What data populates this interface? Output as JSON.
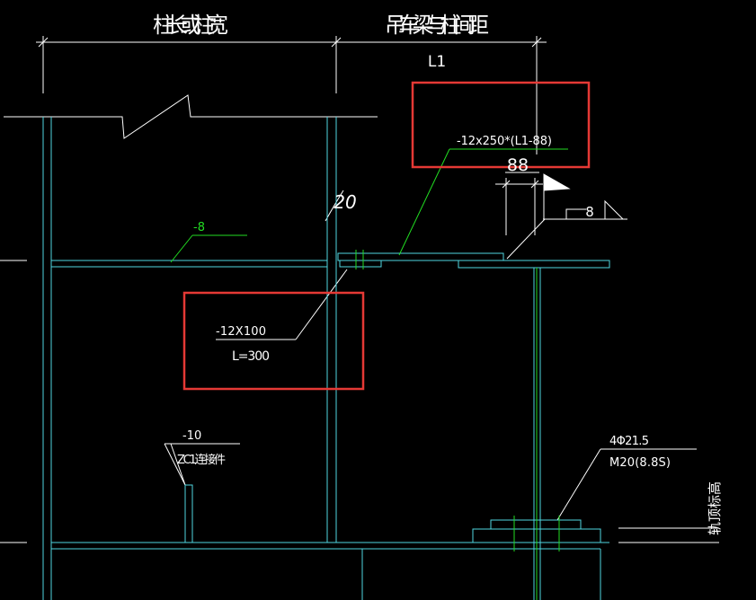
{
  "colors": {
    "background": "#000000",
    "white": "#ffffff",
    "cyan": "#4fd6e0",
    "green": "#22dd22",
    "highlight": "#e53935"
  },
  "dimensions": {
    "column_size": "柱长或柱宽",
    "crane_beam_spacing": "吊车梁与柱间距",
    "l1": "L1",
    "gap": "88"
  },
  "labels": {
    "plate_top": "-12x250*(L1-88)",
    "plate_8": "-8",
    "plate_12x100": "-12X100",
    "l300": "L=300",
    "plate_10": "-10",
    "zc1": "ZC1连接件",
    "bolt_count": "4Φ21.5",
    "bolt_grade": "M20(8.8S)",
    "angle": "20",
    "weld_size": "8",
    "right_vertical": "轨顶标高"
  }
}
